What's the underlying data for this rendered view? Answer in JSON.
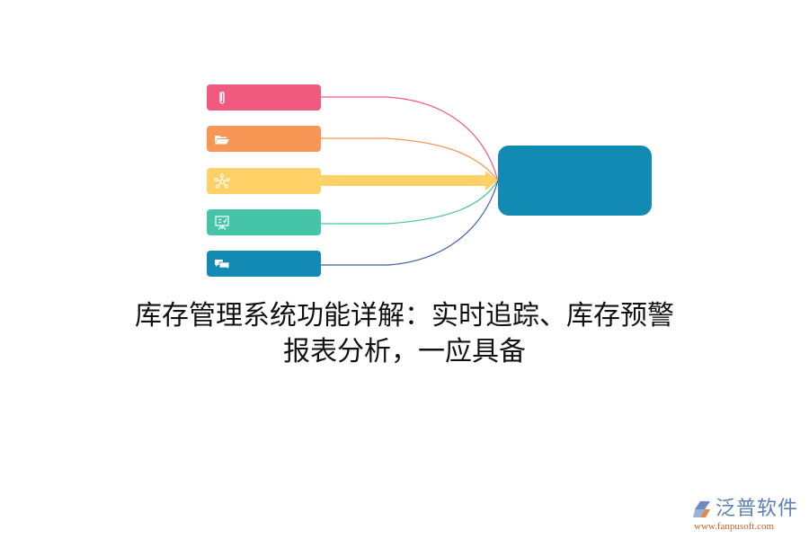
{
  "diagram": {
    "nodes": [
      {
        "id": "attachment",
        "icon": "paperclip-icon",
        "color": "#f05a7e",
        "line_color": "#f05a7e",
        "label": ""
      },
      {
        "id": "folder",
        "icon": "folder-open-icon",
        "color": "#f79655",
        "line_color": "#f79655",
        "label": ""
      },
      {
        "id": "network",
        "icon": "network-icon",
        "color": "#ffd166",
        "line_color": "#ffd166",
        "label": "",
        "emphasized": true
      },
      {
        "id": "presentation",
        "icon": "presentation-board-icon",
        "color": "#45c4a7",
        "line_color": "#45c4a7",
        "label": ""
      },
      {
        "id": "chat",
        "icon": "chat-bubbles-icon",
        "color": "#138ab4",
        "line_color": "#3d5fa8",
        "label": ""
      }
    ],
    "hub": {
      "color": "#138ab4",
      "label": ""
    }
  },
  "title": {
    "line1": "库存管理系统功能详解：实时追踪、库存预警",
    "line2": "报表分析，一应具备"
  },
  "logo": {
    "name": "泛普软件",
    "url": "www.fanpusoft.com",
    "name_color": "#5b7fb5",
    "url_color": "#c0622a"
  }
}
